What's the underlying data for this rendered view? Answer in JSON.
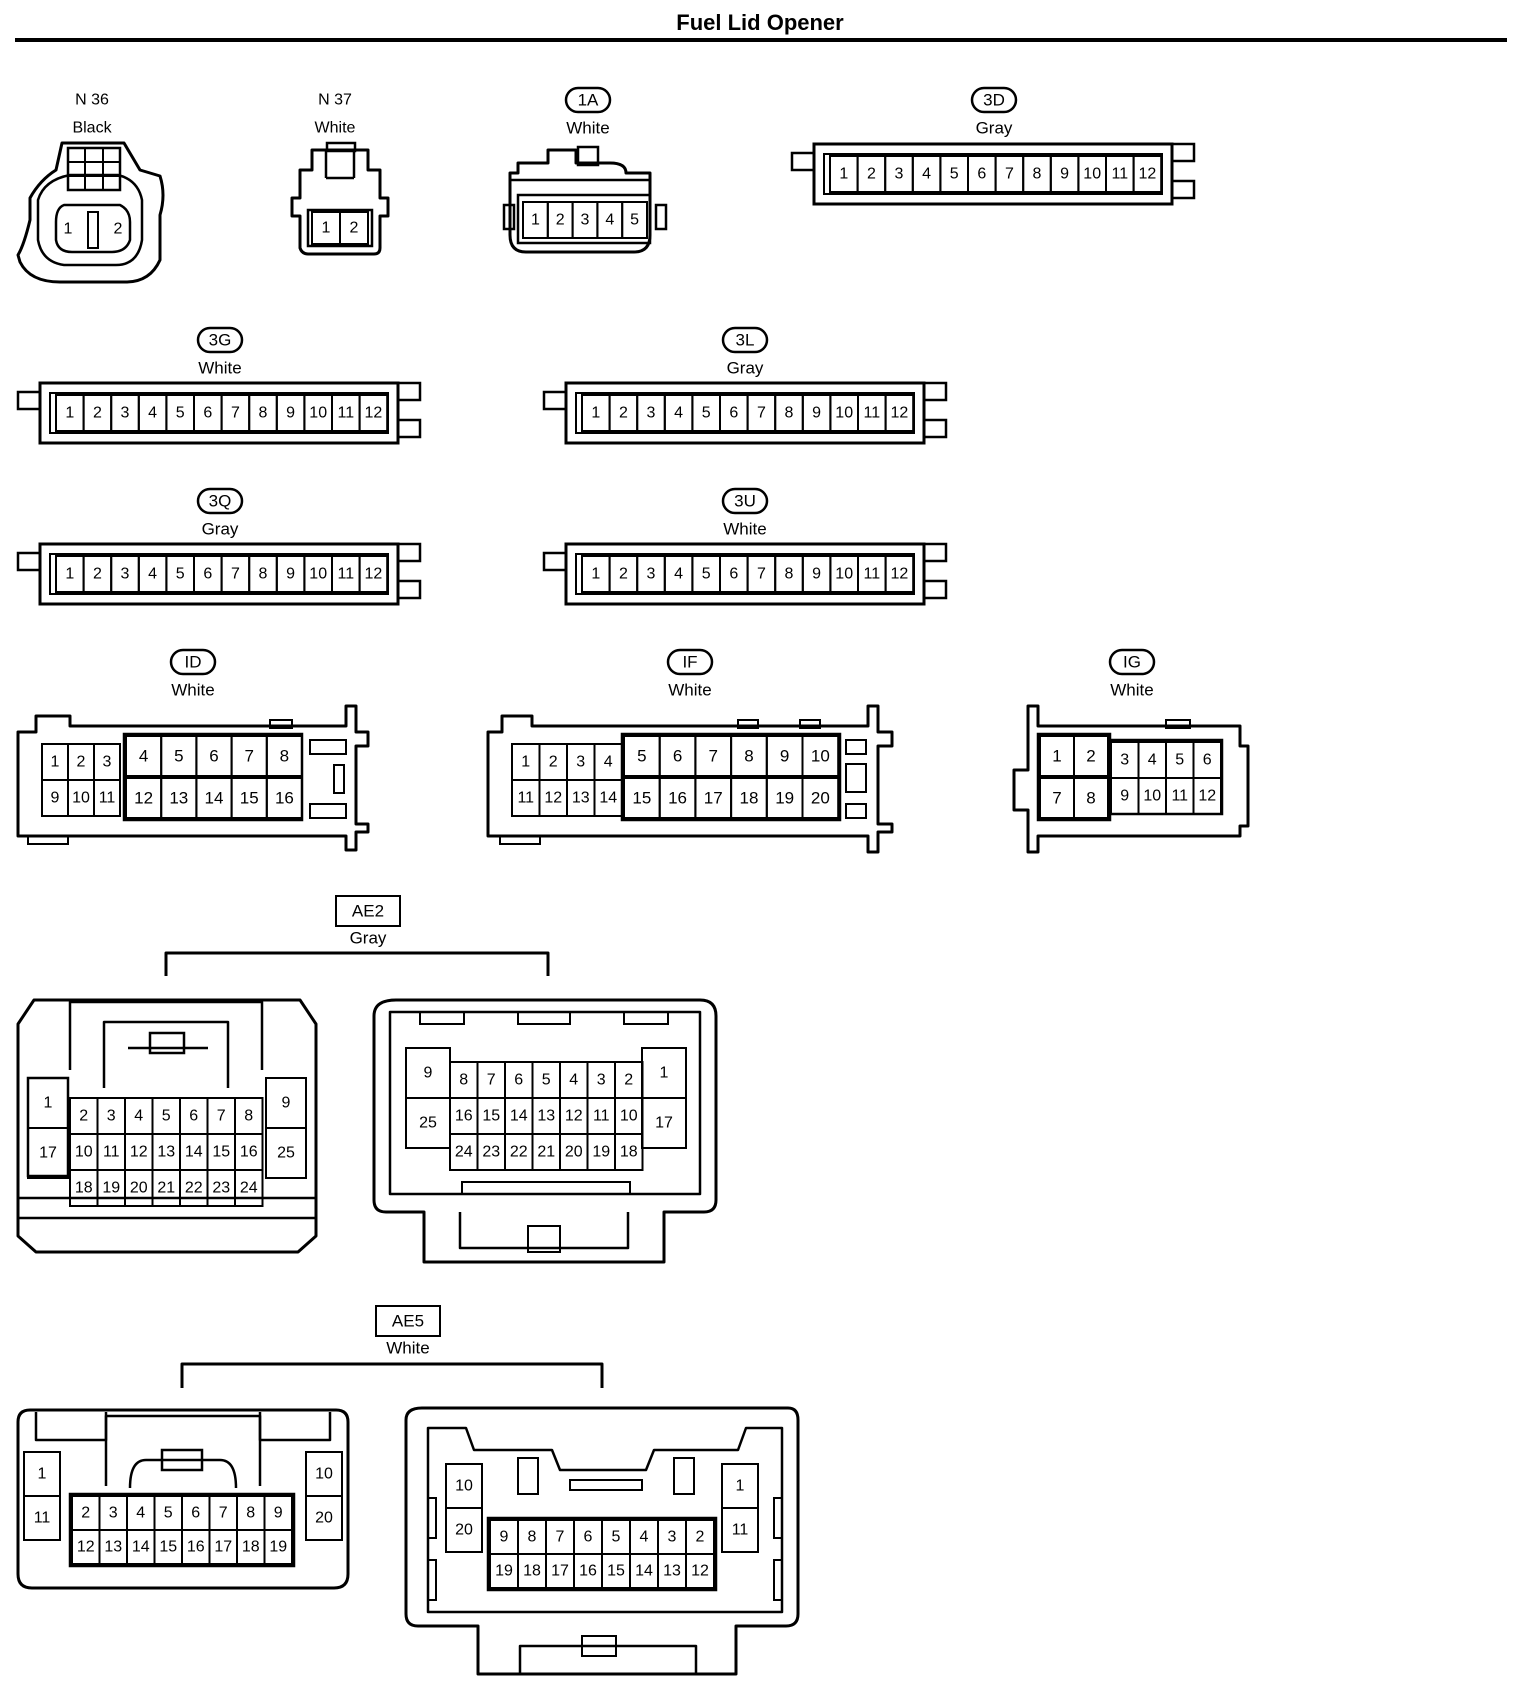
{
  "title": "Fuel Lid Opener",
  "connectors": [
    {
      "id": "N 36",
      "color": "Black",
      "badge": "none",
      "pins": [
        "1",
        "2"
      ]
    },
    {
      "id": "N 37",
      "color": "White",
      "badge": "none",
      "pins": [
        "1",
        "2"
      ]
    },
    {
      "id": "1A",
      "color": "White",
      "badge": "oval",
      "pins": [
        "1",
        "2",
        "3",
        "4",
        "5"
      ]
    },
    {
      "id": "3D",
      "color": "Gray",
      "badge": "oval",
      "pins": [
        "1",
        "2",
        "3",
        "4",
        "5",
        "6",
        "7",
        "8",
        "9",
        "10",
        "11",
        "12"
      ]
    },
    {
      "id": "3G",
      "color": "White",
      "badge": "oval",
      "pins": [
        "1",
        "2",
        "3",
        "4",
        "5",
        "6",
        "7",
        "8",
        "9",
        "10",
        "11",
        "12"
      ]
    },
    {
      "id": "3L",
      "color": "Gray",
      "badge": "oval",
      "pins": [
        "1",
        "2",
        "3",
        "4",
        "5",
        "6",
        "7",
        "8",
        "9",
        "10",
        "11",
        "12"
      ]
    },
    {
      "id": "3Q",
      "color": "Gray",
      "badge": "oval",
      "pins": [
        "1",
        "2",
        "3",
        "4",
        "5",
        "6",
        "7",
        "8",
        "9",
        "10",
        "11",
        "12"
      ]
    },
    {
      "id": "3U",
      "color": "White",
      "badge": "oval",
      "pins": [
        "1",
        "2",
        "3",
        "4",
        "5",
        "6",
        "7",
        "8",
        "9",
        "10",
        "11",
        "12"
      ]
    },
    {
      "id": "ID",
      "color": "White",
      "badge": "oval",
      "rows": [
        [
          "1",
          "2",
          "3",
          "4",
          "5",
          "6",
          "7",
          "8"
        ],
        [
          "9",
          "10",
          "11",
          "12",
          "13",
          "14",
          "15",
          "16"
        ]
      ]
    },
    {
      "id": "IF",
      "color": "White",
      "badge": "oval",
      "rows": [
        [
          "1",
          "2",
          "3",
          "4",
          "5",
          "6",
          "7",
          "8",
          "9",
          "10"
        ],
        [
          "11",
          "12",
          "13",
          "14",
          "15",
          "16",
          "17",
          "18",
          "19",
          "20"
        ]
      ]
    },
    {
      "id": "IG",
      "color": "White",
      "badge": "oval",
      "rows": [
        [
          "1",
          "2",
          "3",
          "4",
          "5",
          "6"
        ],
        [
          "7",
          "8",
          "9",
          "10",
          "11",
          "12"
        ]
      ]
    },
    {
      "id": "AE2",
      "color": "Gray",
      "badge": "box",
      "left_view": {
        "side_top": [
          "1",
          "9"
        ],
        "side_bottom": [
          "17",
          "25"
        ],
        "rows": [
          [
            "2",
            "3",
            "4",
            "5",
            "6",
            "7",
            "8"
          ],
          [
            "10",
            "11",
            "12",
            "13",
            "14",
            "15",
            "16"
          ],
          [
            "18",
            "19",
            "20",
            "21",
            "22",
            "23",
            "24"
          ]
        ]
      },
      "right_view": {
        "side_top": [
          "9",
          "1"
        ],
        "side_bottom": [
          "25",
          "17"
        ],
        "rows": [
          [
            "8",
            "7",
            "6",
            "5",
            "4",
            "3",
            "2"
          ],
          [
            "16",
            "15",
            "14",
            "13",
            "12",
            "11",
            "10"
          ],
          [
            "24",
            "23",
            "22",
            "21",
            "20",
            "19",
            "18"
          ]
        ]
      }
    },
    {
      "id": "AE5",
      "color": "White",
      "badge": "box",
      "left_view": {
        "side_top": [
          "1",
          "10"
        ],
        "side_bottom": [
          "11",
          "20"
        ],
        "rows": [
          [
            "2",
            "3",
            "4",
            "5",
            "6",
            "7",
            "8",
            "9"
          ],
          [
            "12",
            "13",
            "14",
            "15",
            "16",
            "17",
            "18",
            "19"
          ]
        ]
      },
      "right_view": {
        "side_top": [
          "10",
          "1"
        ],
        "side_bottom": [
          "20",
          "11"
        ],
        "rows": [
          [
            "9",
            "8",
            "7",
            "6",
            "5",
            "4",
            "3",
            "2"
          ],
          [
            "19",
            "18",
            "17",
            "16",
            "15",
            "14",
            "13",
            "12"
          ]
        ]
      }
    }
  ]
}
